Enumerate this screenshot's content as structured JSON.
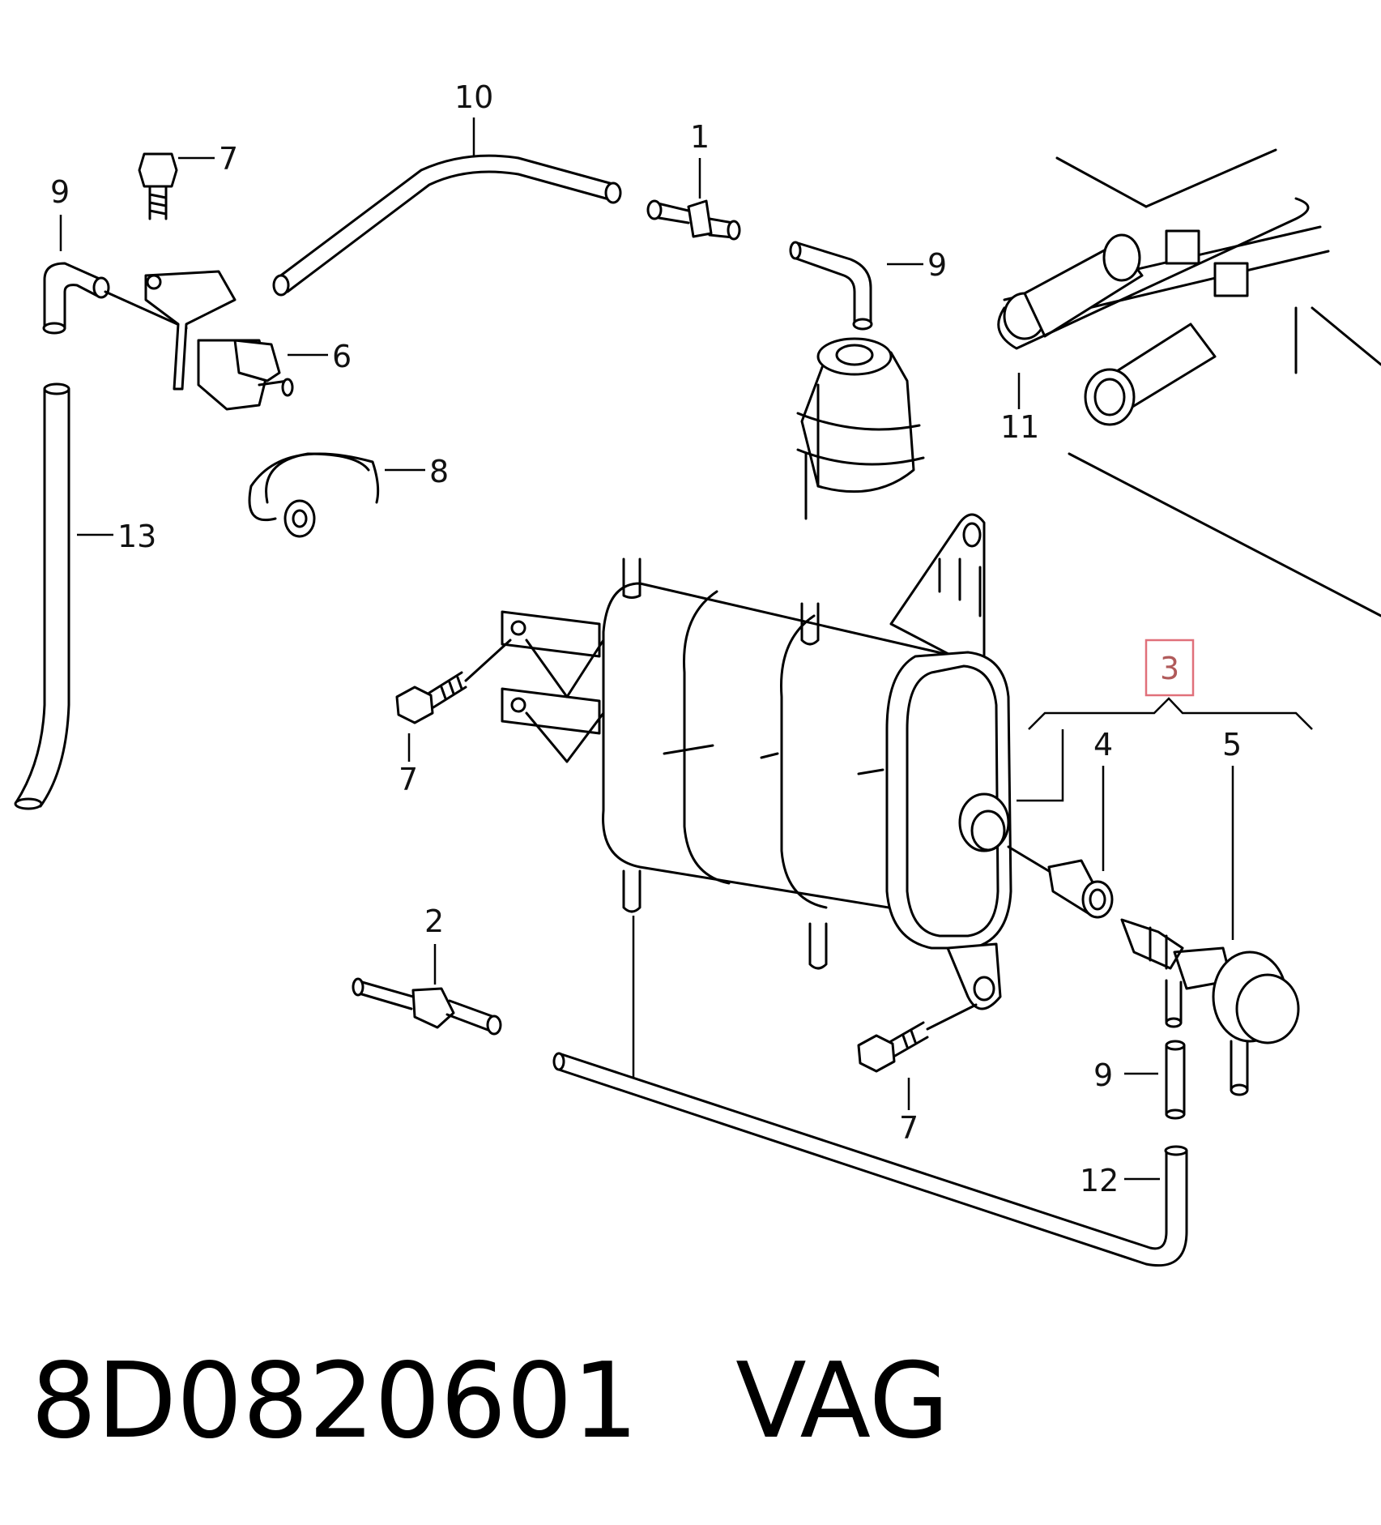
{
  "callouts": {
    "c1": "1",
    "c2": "2",
    "c3": "3",
    "c4": "4",
    "c5": "5",
    "c6": "6",
    "c7a": "7",
    "c7b": "7",
    "c7c": "7",
    "c8": "8",
    "c9a": "9",
    "c9b": "9",
    "c9c": "9",
    "c10": "10",
    "c11": "11",
    "c12": "12",
    "c13": "13"
  },
  "caption": {
    "part_number": "8D0820601",
    "brand": "VAG"
  },
  "colors": {
    "highlight_box": "#e0707a",
    "highlight_text": "#b05a5a"
  }
}
